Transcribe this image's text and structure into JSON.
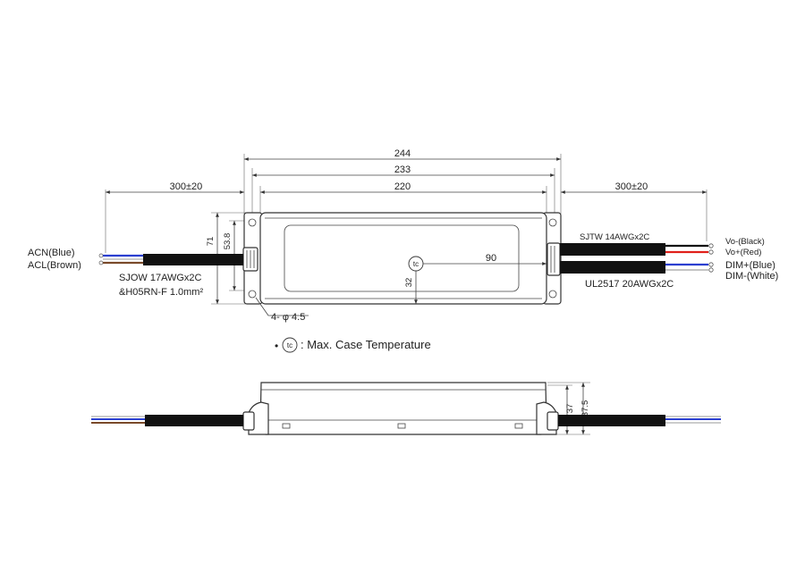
{
  "top_view": {
    "dims": {
      "overall": "244",
      "flange": "233",
      "case": "220",
      "lead_left": "300±20",
      "lead_right": "300±20",
      "height_outer": "71",
      "height_inner": "53.8",
      "tc_x": "90",
      "tc_y": "32",
      "holes": "4- φ 4.5"
    },
    "input_leads": {
      "acn": "ACN(Blue)",
      "acl": "ACL(Brown)",
      "cable_line1": "SJOW 17AWGx2C",
      "cable_line2": "&H05RN-F 1.0mm²"
    },
    "output_leads": {
      "cable_top": "SJTW 14AWGx2C",
      "cable_bottom": "UL2517 20AWGx2C",
      "vo_minus": "Vo-(Black)",
      "vo_plus": "Vo+(Red)",
      "dim_plus": "DIM+(Blue)",
      "dim_minus": "DIM-(White)"
    },
    "tc_symbol": "tc"
  },
  "legend": {
    "bullet": "•",
    "symbol": "tc",
    "text": ": Max. Case Temperature"
  },
  "side_view": {
    "dims": {
      "height_case": "37",
      "height_total": "37.5"
    }
  },
  "colors": {
    "wire_blue": "#2b3fd0",
    "wire_brown": "#7a4a2a",
    "wire_red": "#e0201a",
    "wire_black": "#111111",
    "wire_white": "#bbbbbb",
    "cable": "#111111"
  }
}
